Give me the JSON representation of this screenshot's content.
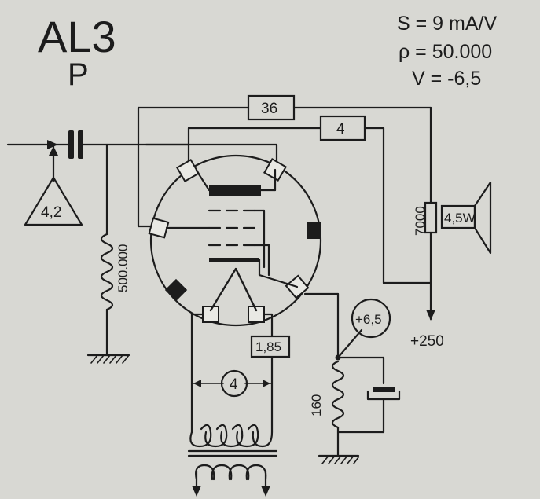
{
  "tube": {
    "name": "AL3",
    "subtitle": "P"
  },
  "specs": {
    "transconductance": "S = 9 mA/V",
    "plate_resistance": "ρ = 50.000",
    "grid_bias": "V = -6,5"
  },
  "components": {
    "input_signal": "4,2",
    "grid_resistor": "500.000",
    "screen_resistor": "36",
    "anode_current": "4",
    "transformer_impedance": "7000",
    "speaker_power": "4,5W",
    "supply_voltage": "+250",
    "cathode_voltage": "+6,5",
    "cathode_resistor": "160",
    "filament_current": "1,85",
    "heater_voltage": "4"
  },
  "colors": {
    "ink": "#1c1c1c",
    "paper": "#d8d8d3"
  }
}
